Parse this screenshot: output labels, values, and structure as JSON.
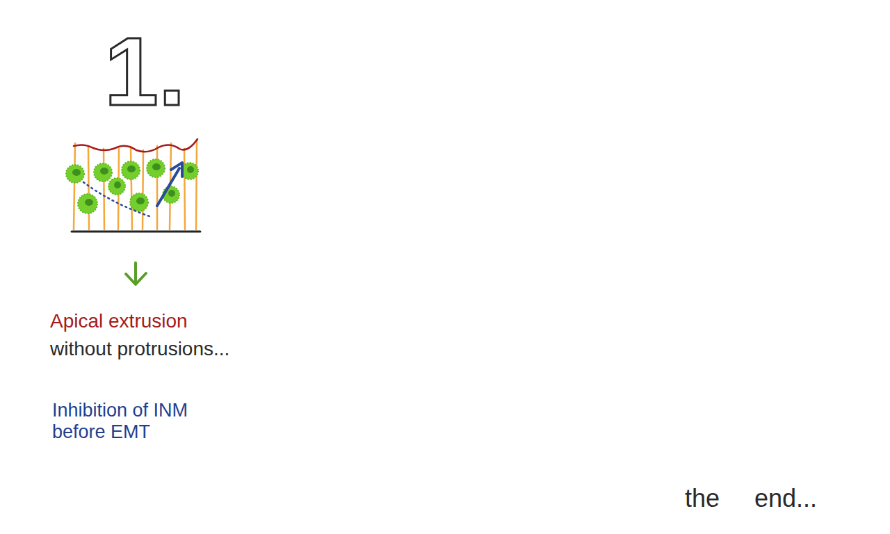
{
  "diagram": {
    "labels": [
      "1.",
      "Apical extrusion",
      "without protrusions...",
      "Inhibition of INM before EMT",
      "the end..."
    ]
  }
}
